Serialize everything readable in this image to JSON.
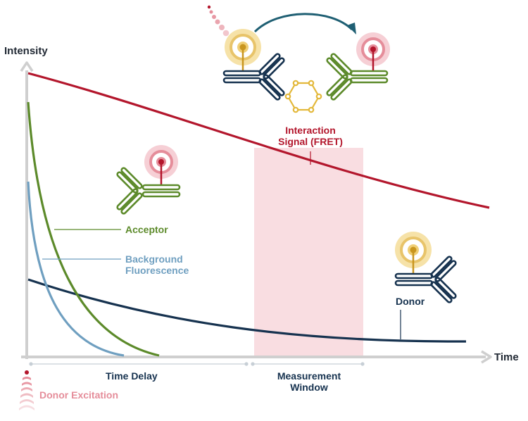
{
  "axes": {
    "y_label": "Intensity",
    "x_label": "Time"
  },
  "labels": {
    "interaction_signal": [
      "Interaction",
      "Signal (FRET)"
    ],
    "acceptor": "Acceptor",
    "background": [
      "Background",
      "Fluorescence"
    ],
    "donor": "Donor",
    "time_delay": "Time Delay",
    "measurement_window": [
      "Measurement",
      "Window"
    ],
    "donor_excitation": "Donor Excitation"
  },
  "colors": {
    "fret": "#b3162c",
    "acceptor": "#5c8a2a",
    "background": "#6f9fc0",
    "donor": "#16324f",
    "window": "#f9dde1",
    "axis": "#cfcfcf",
    "excitation": "#e58d9a",
    "donor_fluor": "#e8c46a",
    "acceptor_fluor": "#e58d9a",
    "linker": "#e3b83a",
    "arrow": "#1f5f73"
  },
  "icons": [
    "donor-antibody-icon",
    "acceptor-antibody-icon",
    "fret-complex-icon",
    "energy-transfer-arrow-icon",
    "excitation-waves-icon"
  ]
}
